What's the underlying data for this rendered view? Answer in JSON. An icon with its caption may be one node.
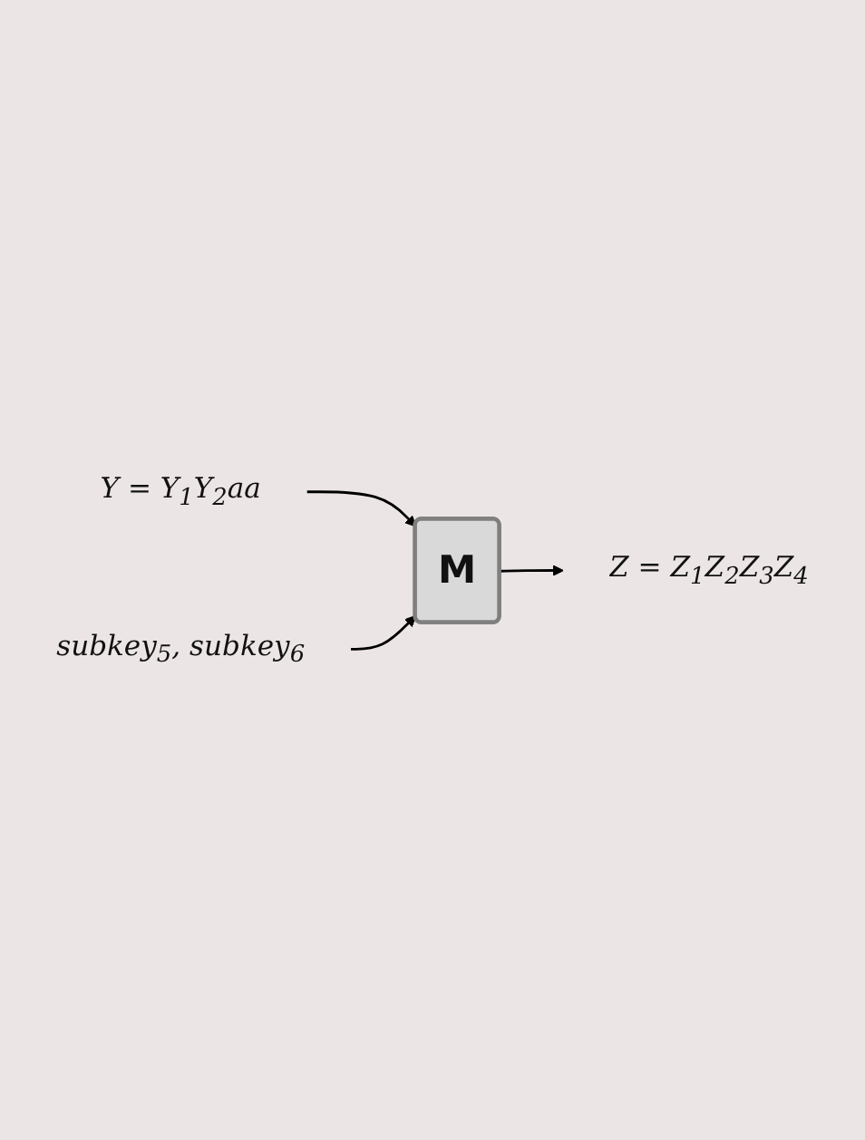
{
  "diagram": {
    "nodes": [
      {
        "text": [
          "Y = Y$_{1}$Y$_{2}$aa"
        ]
      },
      {
        "text": [
          "M"
        ]
      },
      {
        "text": [
          "Z = Z$_{1}$Z$_{2}$Z$_{3}$Z$_{4}$"
        ]
      },
      {
        "text": [
          "subkey$_{5}$, subkey$_{6}$"
        ]
      }
    ],
    "edges": [
      {
        "from": 0,
        "to": 1,
        "arrow": "to"
      },
      {
        "from": 1,
        "to": 2,
        "arrow": "to"
      },
      {
        "from": 3,
        "to": 1,
        "arrow": "to"
      }
    ]
  }
}
